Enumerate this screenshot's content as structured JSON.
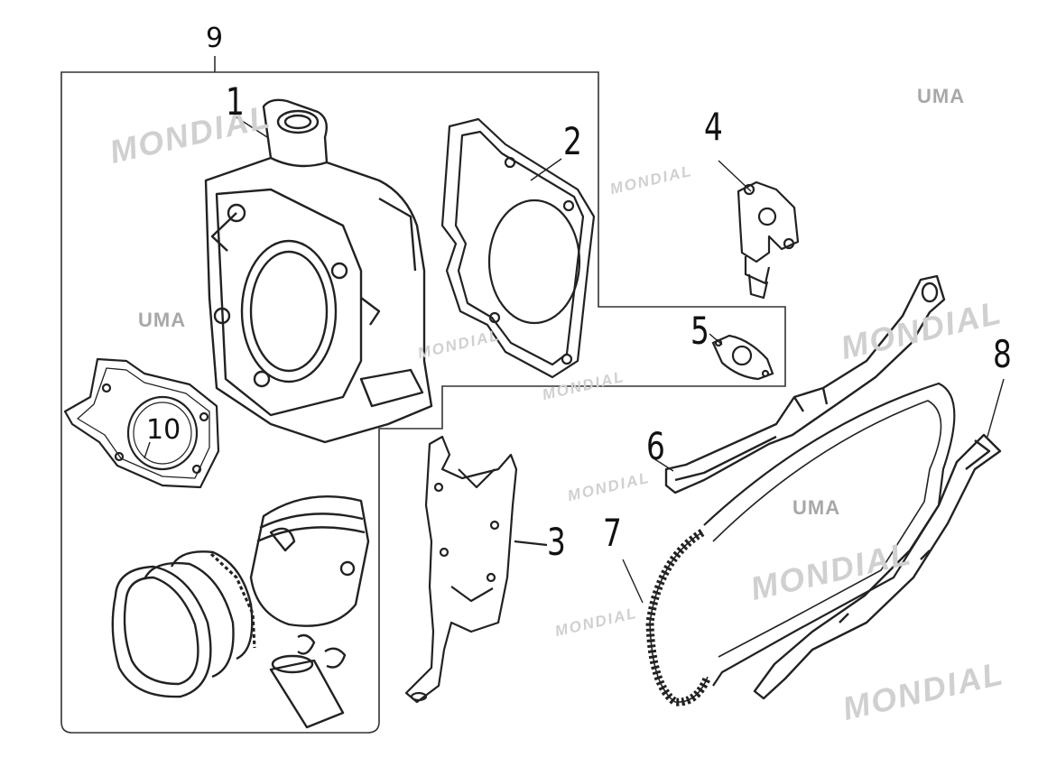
{
  "brand": {
    "watermark": "MONDIAL",
    "logo": "UMA"
  },
  "callouts": {
    "c1": "1",
    "c2": "2",
    "c3": "3",
    "c4": "4",
    "c5": "5",
    "c6": "6",
    "c7": "7",
    "c8": "8",
    "c9": "9",
    "c10": "10"
  },
  "colors": {
    "line": "#222222",
    "watermark": "#d0d0d0"
  }
}
